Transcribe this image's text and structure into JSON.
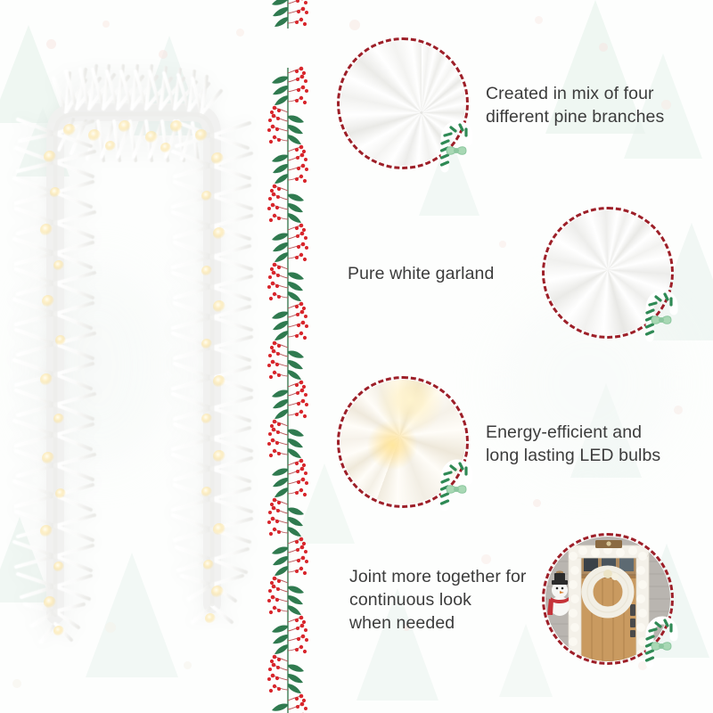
{
  "page": {
    "title": "Pre-Lit White Christmas Garland Feature Highlights",
    "background_color": "#fdfefd",
    "text_color": "#3c3c3c",
    "accent_ring_color": "#9d1f28",
    "berry_color": "#d8262c",
    "leaf_color": "#2f7a4f",
    "candy_cane_stripe_color": "#2f8a55",
    "bulb_glow_color": "#ffe7a0",
    "bg_tree_color": "#e2efe9"
  },
  "product_image": {
    "name": "white pre-lit garland",
    "description": "Draped white pine garland in an arch shape with warm white LED bulbs",
    "bulb_count_visible": 46
  },
  "divider": {
    "name": "holly berry vine divider",
    "leaf_color": "#2f7a4f",
    "berry_color": "#d8262c",
    "sprig_count": 18
  },
  "features": [
    {
      "id": "pine-branches",
      "text": "Created in mix of four\ndifferent pine branches",
      "layout": "circle-left",
      "circle_caption": "close-up of white pine branch tips",
      "circle_style": "fill-branches"
    },
    {
      "id": "pure-white",
      "text": "Pure white garland",
      "layout": "circle-right",
      "circle_caption": "close-up of pure white garland foliage",
      "circle_style": "fill-white"
    },
    {
      "id": "led-bulbs",
      "text": "Energy-efficient and\nlong lasting LED bulbs",
      "layout": "circle-left",
      "circle_caption": "close-up of glowing warm white LED bulbs",
      "circle_style": "fill-lit"
    },
    {
      "id": "joinable",
      "text": "Joint more together for\ncontinuous look\nwhen needed",
      "layout": "circle-right",
      "circle_caption": "front door decorated with white garland and wreath",
      "circle_style": "fill-door"
    }
  ],
  "door_scene": {
    "door_color": "#c99a60",
    "siding_color": "#b9b5b0",
    "garland_color": "#f3f0e8",
    "wreath_color": "#f2efe5",
    "snowman_scarf_color": "#c5333a",
    "snowman_hat_color": "#2b2b2b"
  }
}
